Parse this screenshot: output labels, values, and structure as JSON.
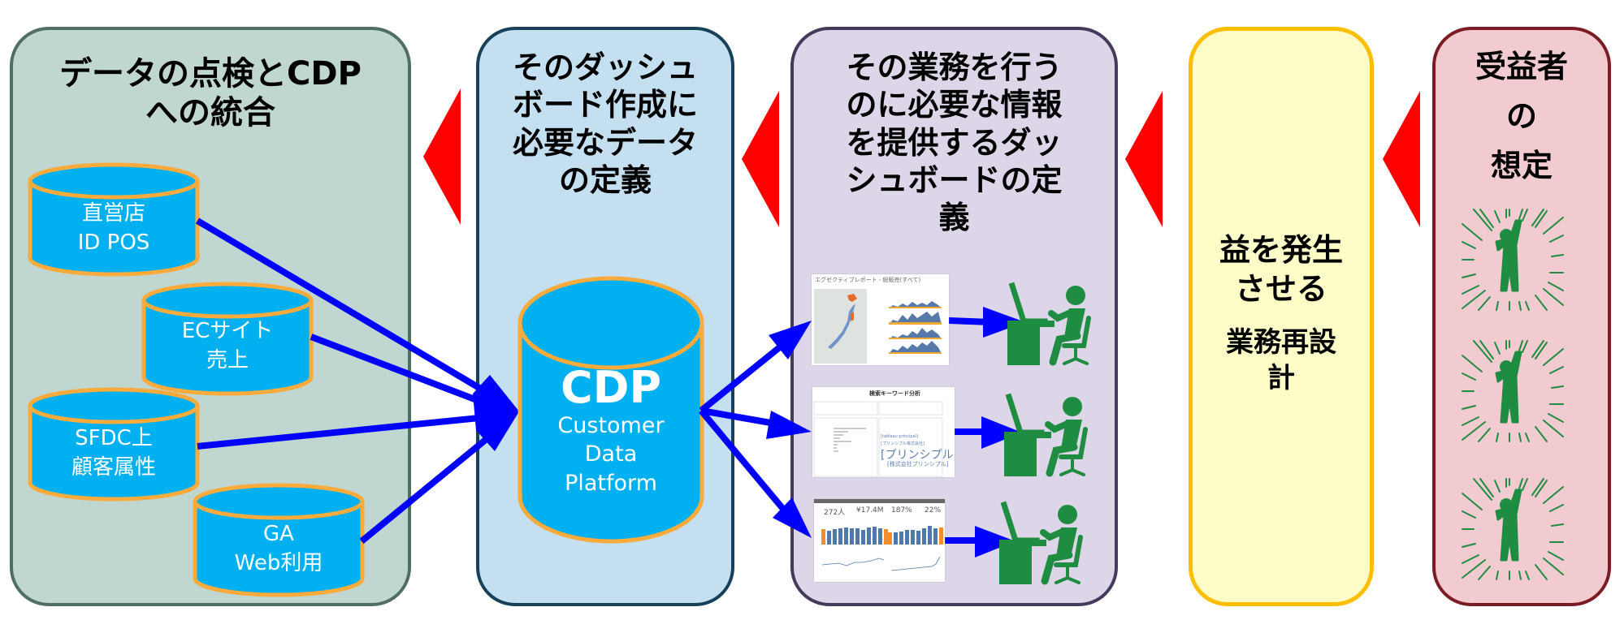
{
  "stages": [
    {
      "id": "integration",
      "title_lines": [
        "データの点検とCDP",
        "への統合"
      ]
    },
    {
      "id": "data-definition",
      "title_lines": [
        "そのダッシュ",
        "ボード作成に",
        "必要なデータ",
        "の定義"
      ]
    },
    {
      "id": "dashboard-definition",
      "title_lines": [
        "その業務を行う",
        "のに必要な情報",
        "を提供するダッ",
        "シュボードの定",
        "義"
      ]
    },
    {
      "id": "business-redesign",
      "title_lines": [
        "益を発生",
        "させる"
      ],
      "subtitle_lines": [
        "業務再設",
        "計"
      ]
    },
    {
      "id": "beneficiary",
      "title_lines": [
        "受益者",
        "の",
        "想定"
      ]
    }
  ],
  "sources": [
    {
      "line1": "直営店",
      "line2": "ID POS"
    },
    {
      "line1": "ECサイト",
      "line2": "売上"
    },
    {
      "line1": "SFDC上",
      "line2": "顧客属性"
    },
    {
      "line1": "GA",
      "line2": "Web利用"
    }
  ],
  "cdp": {
    "title": "CDP",
    "line1": "Customer",
    "line2": "Data",
    "line3": "Platform"
  },
  "dashboards": [
    {
      "title": "エグゼクティブレポート - 総販売(すべて)"
    },
    {
      "title": "検索キーワード分析",
      "words": [
        "[プリンシプル]",
        "[株式会社プリンシプル]",
        "[プリンシプル株式会社]",
        "[tableau principal]"
      ]
    },
    {
      "kpis": [
        "272人",
        "¥17.4M",
        "187%",
        "22%"
      ]
    }
  ],
  "colors": {
    "flow_arrow": "#ff0000",
    "data_arrow": "#0000ff",
    "cylinder_fill": "#00b0f0",
    "cylinder_stroke": "#fbab3c",
    "icon_green": "#1e8c41"
  }
}
